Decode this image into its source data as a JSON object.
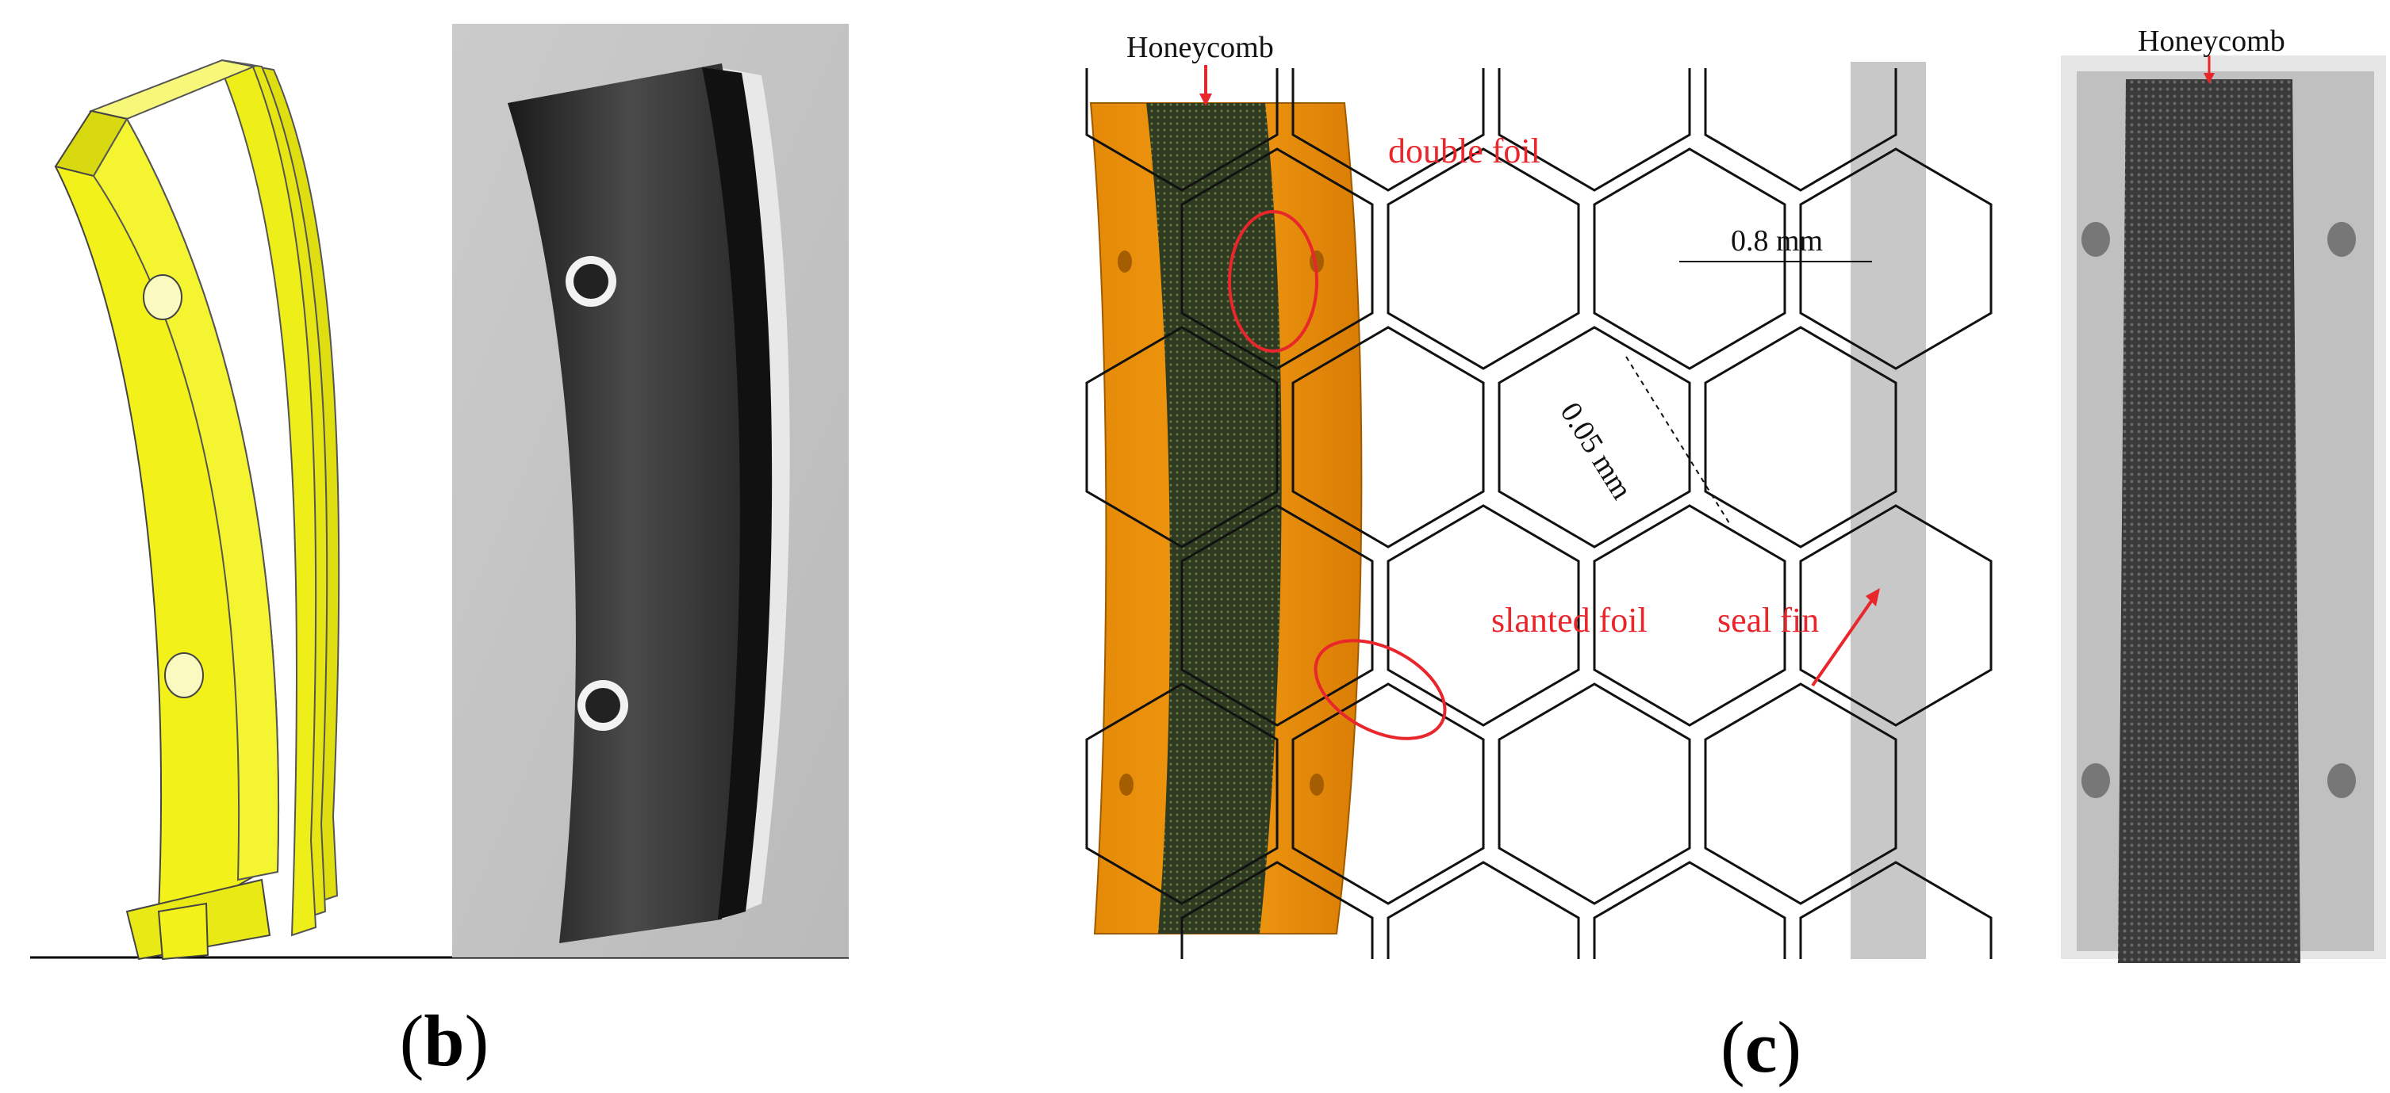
{
  "panel_b": {
    "caption_open": "(",
    "caption_letter": "b",
    "caption_close": ")"
  },
  "panel_c": {
    "caption_open": "(",
    "caption_letter": "c",
    "caption_close": ")",
    "model_label": "Honeycomb",
    "photo_label": "Honeycomb",
    "annotations": {
      "double_foil": "double foil",
      "slanted_foil": "slanted foil",
      "seal_fin": "seal fin",
      "cell_width": "0.8 mm",
      "foil_thickness": "0.05 mm"
    }
  },
  "colors": {
    "cad_yellow": "#f2f21a",
    "seal_orange": "#f0960a",
    "honeycomb_dark": "#2f3a22",
    "annotation_red": "#e8262b",
    "seal_fin_gray": "#c8c8c8"
  }
}
